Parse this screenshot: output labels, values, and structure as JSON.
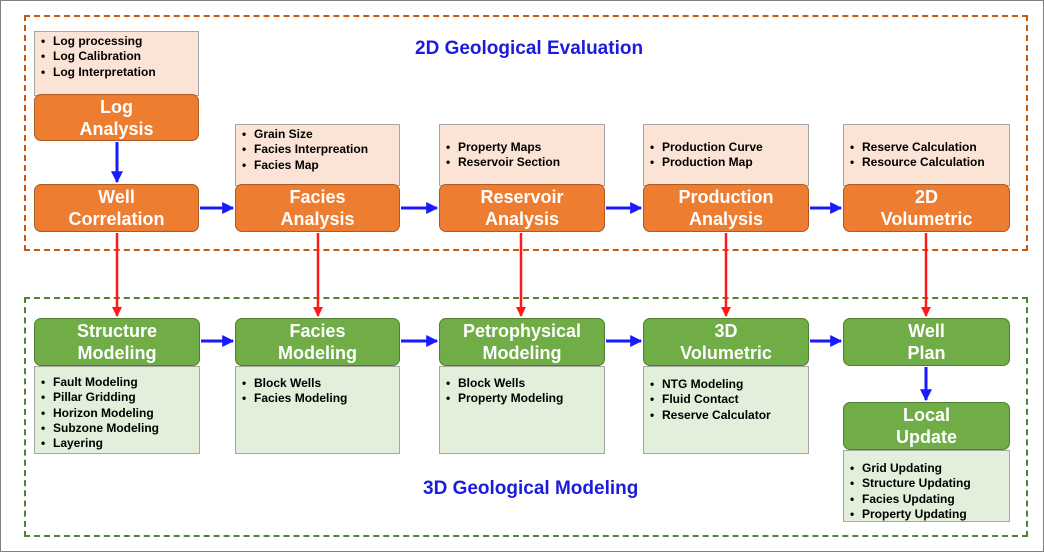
{
  "titles": {
    "evaluation": "2D Geological Evaluation",
    "modeling": "3D Geological Modeling"
  },
  "boxes": {
    "log_analysis": [
      "Log",
      "Analysis"
    ],
    "well_correlation": [
      "Well",
      "Correlation"
    ],
    "facies_analysis": [
      "Facies",
      "Analysis"
    ],
    "reservoir_analysis": [
      "Reservoir",
      "Analysis"
    ],
    "production_analysis": [
      "Production",
      "Analysis"
    ],
    "volumetric_2d": [
      "2D",
      "Volumetric"
    ],
    "structure_modeling": [
      "Structure",
      "Modeling"
    ],
    "facies_modeling": [
      "Facies",
      "Modeling"
    ],
    "petrophysical_modeling": [
      "Petrophysical",
      "Modeling"
    ],
    "volumetric_3d": [
      "3D",
      "Volumetric"
    ],
    "well_plan": [
      "Well",
      "Plan"
    ],
    "local_update": [
      "Local",
      "Update"
    ]
  },
  "notes": {
    "log_analysis": [
      "Log processing",
      "Log Calibration",
      "Log Interpretation"
    ],
    "facies_analysis": [
      "Grain Size",
      "Facies Interpreation",
      "Facies Map"
    ],
    "reservoir_analysis": [
      "Property Maps",
      "Reservoir Section"
    ],
    "production_analysis": [
      "Production Curve",
      "Production Map"
    ],
    "volumetric_2d": [
      "Reserve Calculation",
      "Resource Calculation"
    ],
    "structure_modeling": [
      "Fault Modeling",
      "Pillar Gridding",
      "Horizon Modeling",
      "Subzone Modeling",
      "Layering"
    ],
    "facies_modeling": [
      "Block Wells",
      "Facies Modeling"
    ],
    "petrophysical_modeling": [
      "Block Wells",
      "Property Modeling"
    ],
    "volumetric_3d": [
      "NTG Modeling",
      "Fluid Contact",
      "Reserve Calculator"
    ],
    "local_update": [
      "Grid Updating",
      "Structure Updating",
      "Facies Updating",
      "Property Updating"
    ]
  },
  "colors": {
    "orange_box": "#ed7d31",
    "green_box": "#70ad47",
    "orange_notes": "#fbe4d5",
    "green_notes": "#e2efda",
    "blue_arrow": "#1a1aff",
    "red_arrow": "#ff1a1a",
    "title_blue": "#1c1cdc"
  }
}
